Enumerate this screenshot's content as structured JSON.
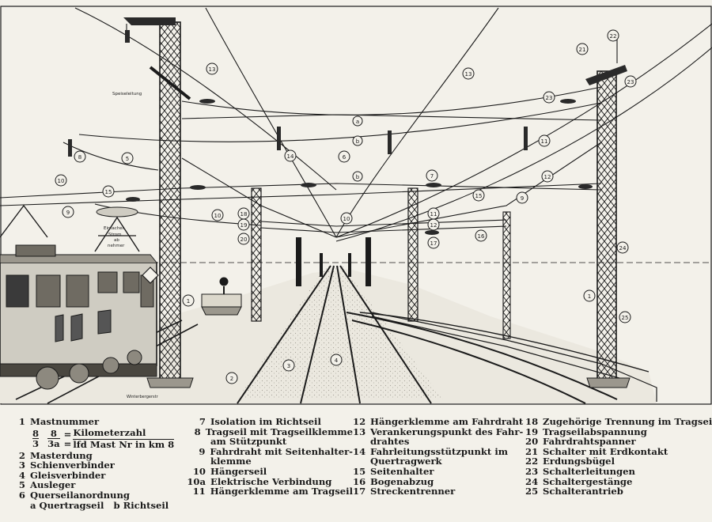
{
  "colors": {
    "paper": "#f3f1ea",
    "ink": "#1b1b1b",
    "ground": "#dcd8cc"
  },
  "illustration": {
    "callouts": [
      "1",
      "1",
      "2",
      "3",
      "4",
      "5",
      "6",
      "7",
      "8",
      "9",
      "9",
      "10",
      "10",
      "10",
      "11",
      "11",
      "12",
      "12",
      "13",
      "13",
      "14",
      "15",
      "15",
      "16",
      "17",
      "18",
      "19",
      "20",
      "21",
      "22",
      "23",
      "23",
      "24",
      "25",
      "a",
      "b",
      "b"
    ],
    "labels": {
      "speiseleitung": "Speiseleitung",
      "stromabnehmer_1": "Einfacher",
      "stromabnehmer_2": "Strom",
      "stromabnehmer_3": "ab",
      "stromabnehmer_4": "nehmer",
      "signature": "Winterbergerstr"
    }
  },
  "legend": {
    "col1": {
      "item1": "Mastnummer",
      "formula": {
        "frac1_top": "8",
        "frac1_bottom": "3",
        "frac2_top": "8",
        "frac2_bottom": "3a",
        "eq1": "=",
        "eq2": "=",
        "rhs_top": "Kilometerzahl",
        "rhs_bottom": "lfd Mast Nr in km 8"
      },
      "items": [
        {
          "n": "2",
          "t": "Masterdung"
        },
        {
          "n": "3",
          "t": "Schienverbinder"
        },
        {
          "n": "4",
          "t": "Gleisverbinder"
        },
        {
          "n": "5",
          "t": "Ausleger"
        },
        {
          "n": "6",
          "t": "Querseilanordnung"
        }
      ],
      "sub": "a Quertragseil   b Richtseil"
    },
    "col2": [
      {
        "n": "7",
        "t": "Isolation im Richtseil"
      },
      {
        "n": "8",
        "t": "Tragseil mit Tragseilklemme"
      },
      {
        "n": "",
        "t": "am Stützpunkt"
      },
      {
        "n": "9",
        "t": "Fahrdraht mit Seitenhalter-"
      },
      {
        "n": "",
        "t": "klemme"
      },
      {
        "n": "10",
        "t": "Hängerseil"
      },
      {
        "n": "10a",
        "t": "Elektrische Verbindung"
      },
      {
        "n": "11",
        "t": "Hängerklemme am Tragseil"
      }
    ],
    "col3": [
      {
        "n": "12",
        "t": "Hängerklemme am Fahrdraht"
      },
      {
        "n": "13",
        "t": "Verankerungspunkt des Fahr-"
      },
      {
        "n": "",
        "t": "drahtes"
      },
      {
        "n": "14",
        "t": "Fahrleitungsstützpunkt im"
      },
      {
        "n": "",
        "t": "Quertragwerk"
      },
      {
        "n": "15",
        "t": "Seitenhalter"
      },
      {
        "n": "16",
        "t": "Bogenabzug"
      },
      {
        "n": "17",
        "t": "Streckentrenner"
      }
    ],
    "col4": [
      {
        "n": "18",
        "t": "Zugehörige Trennung im Tragseil"
      },
      {
        "n": "19",
        "t": "Tragseilabspannung"
      },
      {
        "n": "20",
        "t": "Fahrdrahtspanner"
      },
      {
        "n": "21",
        "t": "Schalter mit Erdkontakt"
      },
      {
        "n": "22",
        "t": "Erdungsbügel"
      },
      {
        "n": "23",
        "t": "Schalterleitungen"
      },
      {
        "n": "24",
        "t": "Schaltergestänge"
      },
      {
        "n": "25",
        "t": "Schalterantrieb"
      }
    ]
  }
}
